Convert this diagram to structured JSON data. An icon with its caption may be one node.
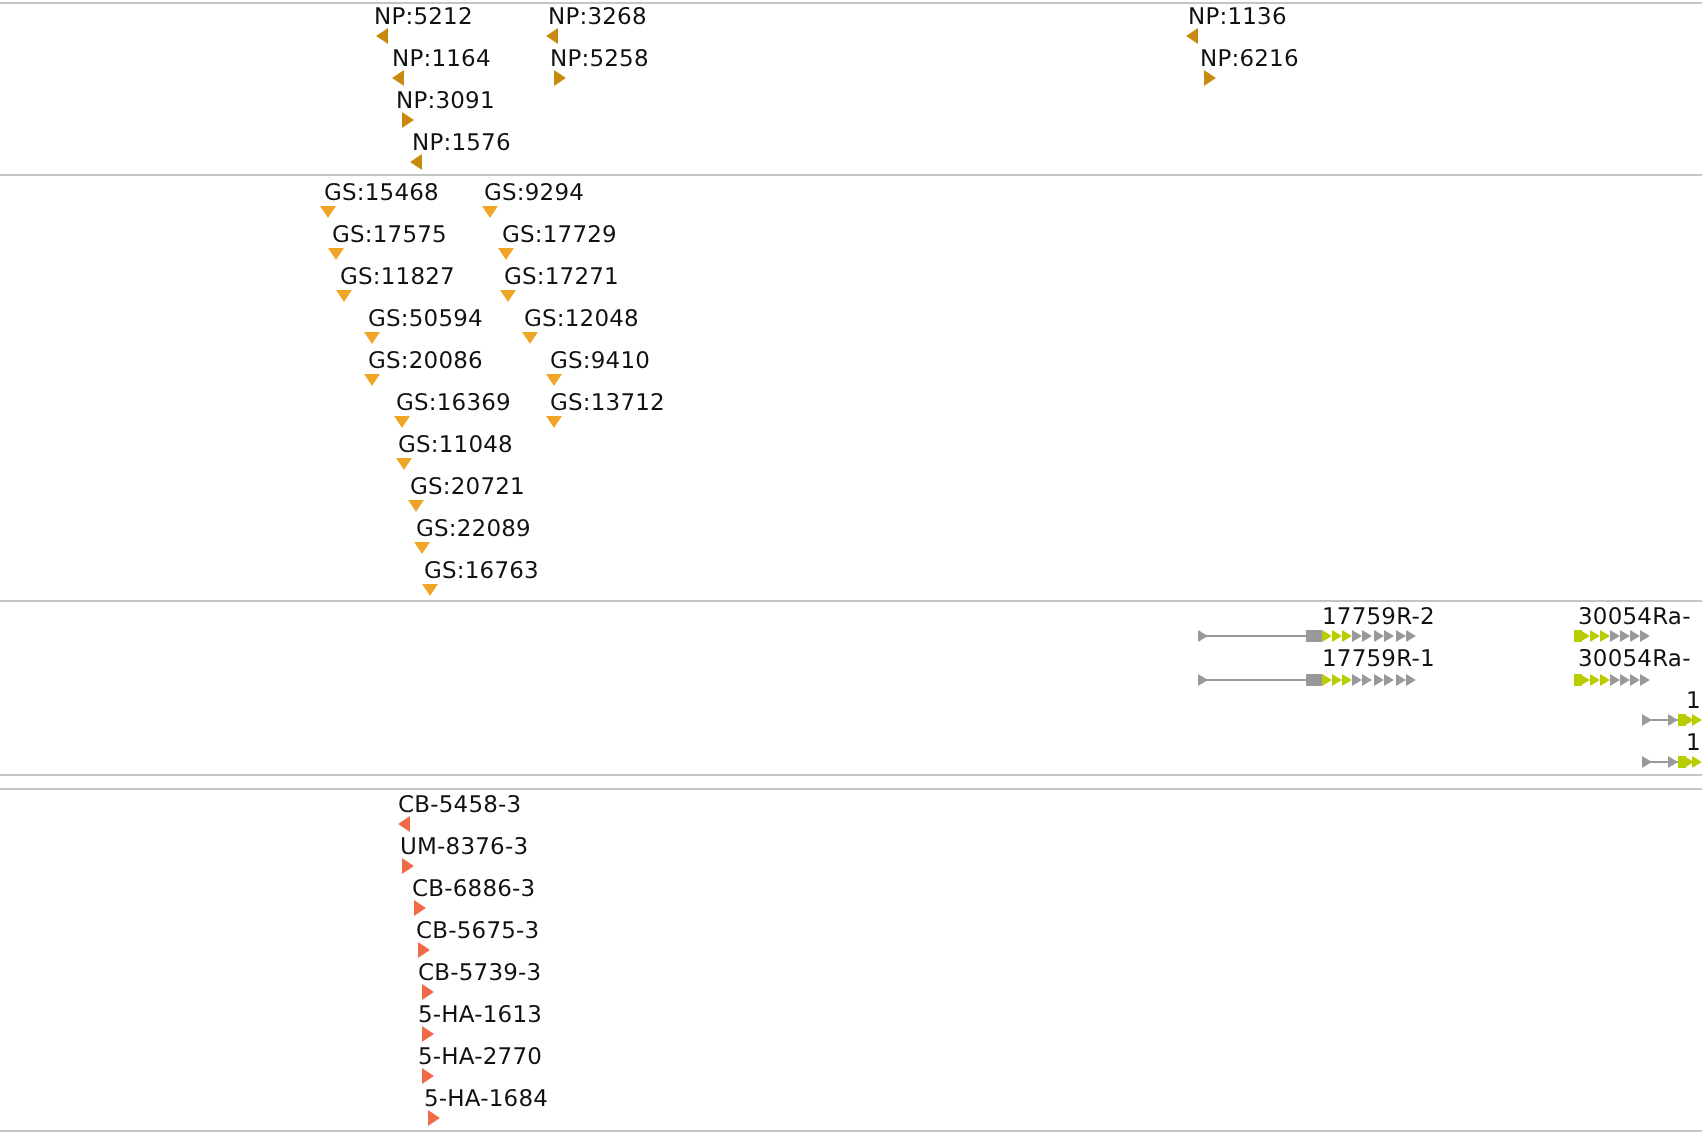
{
  "diagram": {
    "labels": [
      "NP:5212",
      "NP:3268",
      "NP:1136",
      "NP:1164",
      "NP:5258",
      "NP:6216",
      "NP:3091",
      "NP:1576",
      "GS:15468",
      "GS:9294",
      "GS:17575",
      "GS:17729",
      "GS:11827",
      "GS:17271",
      "GS:50594",
      "GS:12048",
      "GS:20086",
      "GS:9410",
      "GS:16369",
      "GS:13712",
      "GS:11048",
      "GS:20721",
      "GS:22089",
      "GS:16763",
      "17759R-2",
      "30054Ra-",
      "17759R-1",
      "30054Ra-",
      "1",
      "1",
      "CB-5458-3",
      "UM-8376-3",
      "CB-6886-3",
      "CB-5675-3",
      "CB-5739-3",
      "5-HA-1613",
      "5-HA-2770",
      "5-HA-1684"
    ]
  }
}
